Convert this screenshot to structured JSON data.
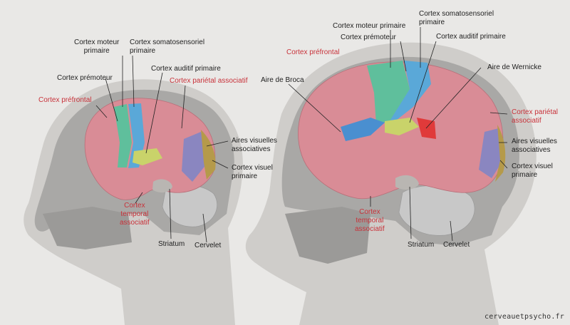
{
  "colors": {
    "background": "#e9e8e6",
    "head_silhouette": "#cfcdca",
    "skull": "#a9a8a6",
    "association_cortex": "#d98c96",
    "prefrontal_label": "#c8323a",
    "motor_cortex": "#5fbf9c",
    "somatosensory_cortex": "#5aa8d8",
    "broca_area": "#4a8fd0",
    "wernicke_area": "#e03a3a",
    "auditory_cortex": "#c9d36a",
    "visual_association": "#8a86c0",
    "primary_visual": "#b59a4a",
    "cerebellum": "#c8c8c8"
  },
  "left_brain": {
    "labels": {
      "motor": "Cortex moteur\nprimaire",
      "somatosensory": "Cortex somatosensoriel\nprimaire",
      "premotor": "Cortex prémoteur",
      "auditory": "Cortex auditif primaire",
      "parietal": "Cortex pariétal associatif",
      "prefrontal": "Cortex préfrontal",
      "visual_assoc": "Aires visuelles\nassociatives",
      "visual_primary": "Cortex visuel\nprimaire",
      "temporal": "Cortex\ntemporal\nassociatif",
      "striatum": "Striatum",
      "cerebellum": "Cervelet"
    }
  },
  "right_brain": {
    "labels": {
      "motor": "Cortex moteur primaire",
      "somatosensory": "Cortex somatosensoriel\nprimaire",
      "premotor": "Cortex prémoteur",
      "auditory": "Cortex auditif primaire",
      "prefrontal": "Cortex préfrontal",
      "broca": "Aire de Broca",
      "wernicke": "Aire de Wernicke",
      "parietal": "Cortex pariétal\nassociatif",
      "visual_assoc": "Aires visuelles\nassociatives",
      "visual_primary": "Cortex visuel\nprimaire",
      "temporal": "Cortex\ntemporal\nassociatif",
      "striatum": "Striatum",
      "cerebellum": "Cervelet"
    }
  },
  "watermark": "cerveauetpsycho.fr"
}
